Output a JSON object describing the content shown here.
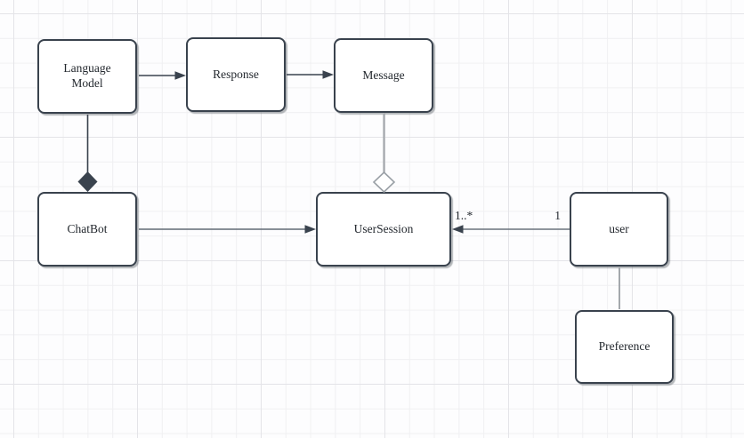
{
  "app": {
    "view": "diagram-canvas",
    "diagram_type": "uml-class-diagram"
  },
  "canvas": {
    "background": "#fdfdfe",
    "grid_minor_color": "#f0f0f2",
    "grid_major_color": "#e4e4e8"
  },
  "colors": {
    "node_fill": "#ffffff",
    "node_border": "#39424d",
    "edge_dark": "#3a434e",
    "edge_gray": "#a4a8ad",
    "text": "#23282e"
  },
  "nodes": {
    "language_model": {
      "label": "Language Model"
    },
    "response": {
      "label": "Response"
    },
    "message": {
      "label": "Message"
    },
    "chatbot": {
      "label": "ChatBot"
    },
    "user_session": {
      "label": "UserSession"
    },
    "user": {
      "label": "user"
    },
    "preference": {
      "label": "Preference"
    }
  },
  "edges": [
    {
      "from": "Language Model",
      "to": "Response",
      "type": "directed-arrow"
    },
    {
      "from": "Response",
      "to": "Message",
      "type": "directed-arrow"
    },
    {
      "from": "Language Model",
      "to": "ChatBot",
      "type": "composition",
      "diamond_at": "ChatBot"
    },
    {
      "from": "Message",
      "to": "UserSession",
      "type": "aggregation",
      "diamond_at": "UserSession"
    },
    {
      "from": "ChatBot",
      "to": "UserSession",
      "type": "directed-arrow"
    },
    {
      "from": "user",
      "to": "UserSession",
      "type": "directed-arrow",
      "multiplicity_source": "1",
      "multiplicity_target": "1..*"
    },
    {
      "from": "user",
      "to": "Preference",
      "type": "association"
    }
  ]
}
